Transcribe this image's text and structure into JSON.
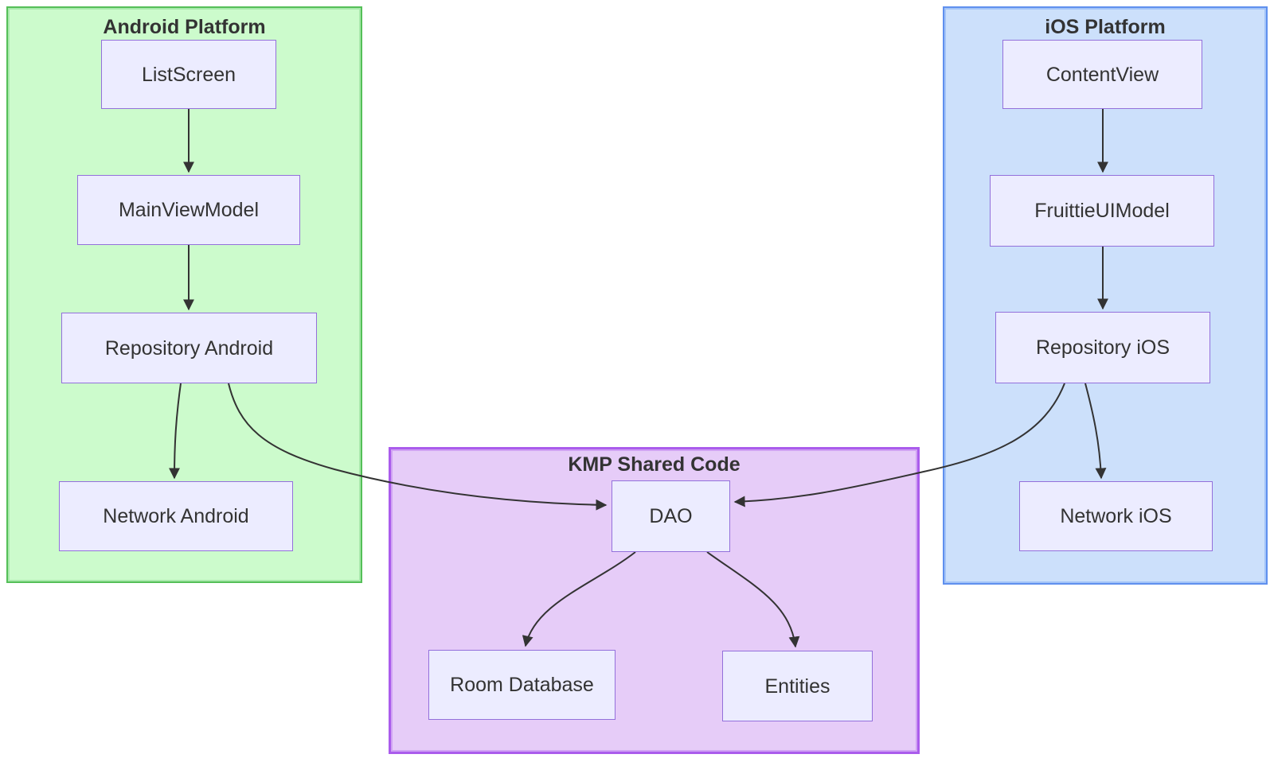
{
  "diagram_type": "flowchart",
  "groups": {
    "android": {
      "label": "Android Platform"
    },
    "ios": {
      "label": "iOS Platform"
    },
    "kmp": {
      "label": "KMP Shared Code"
    }
  },
  "nodes": {
    "listscreen": {
      "label": "ListScreen",
      "group": "android"
    },
    "mainviewmodel": {
      "label": "MainViewModel",
      "group": "android"
    },
    "repository_android": {
      "label": "Repository Android",
      "group": "android"
    },
    "network_android": {
      "label": "Network Android",
      "group": "android"
    },
    "contentview": {
      "label": "ContentView",
      "group": "ios"
    },
    "fruittieuimodel": {
      "label": "FruittieUIModel",
      "group": "ios"
    },
    "repository_ios": {
      "label": "Repository iOS",
      "group": "ios"
    },
    "network_ios": {
      "label": "Network iOS",
      "group": "ios"
    },
    "dao": {
      "label": "DAO",
      "group": "kmp"
    },
    "room_database": {
      "label": "Room Database",
      "group": "kmp"
    },
    "entities": {
      "label": "Entities",
      "group": "kmp"
    }
  },
  "edges": [
    {
      "from": "ListScreen",
      "to": "MainViewModel"
    },
    {
      "from": "MainViewModel",
      "to": "Repository Android"
    },
    {
      "from": "Repository Android",
      "to": "Network Android"
    },
    {
      "from": "Repository Android",
      "to": "DAO"
    },
    {
      "from": "ContentView",
      "to": "FruittieUIModel"
    },
    {
      "from": "FruittieUIModel",
      "to": "Repository iOS"
    },
    {
      "from": "Repository iOS",
      "to": "Network iOS"
    },
    {
      "from": "Repository iOS",
      "to": "DAO"
    },
    {
      "from": "DAO",
      "to": "Room Database"
    },
    {
      "from": "DAO",
      "to": "Entities"
    }
  ],
  "colors": {
    "android_fill": "#ccfbcc",
    "android_border": "#55bf58",
    "ios_fill": "#cce0fb",
    "ios_border": "#5f90ee",
    "kmp_fill": "#e6ccf8",
    "kmp_border": "#aa5cec",
    "node_fill": "#ececff",
    "node_border": "#9370db",
    "edge": "#333333",
    "text": "#333333",
    "bg": "#ffffff"
  }
}
